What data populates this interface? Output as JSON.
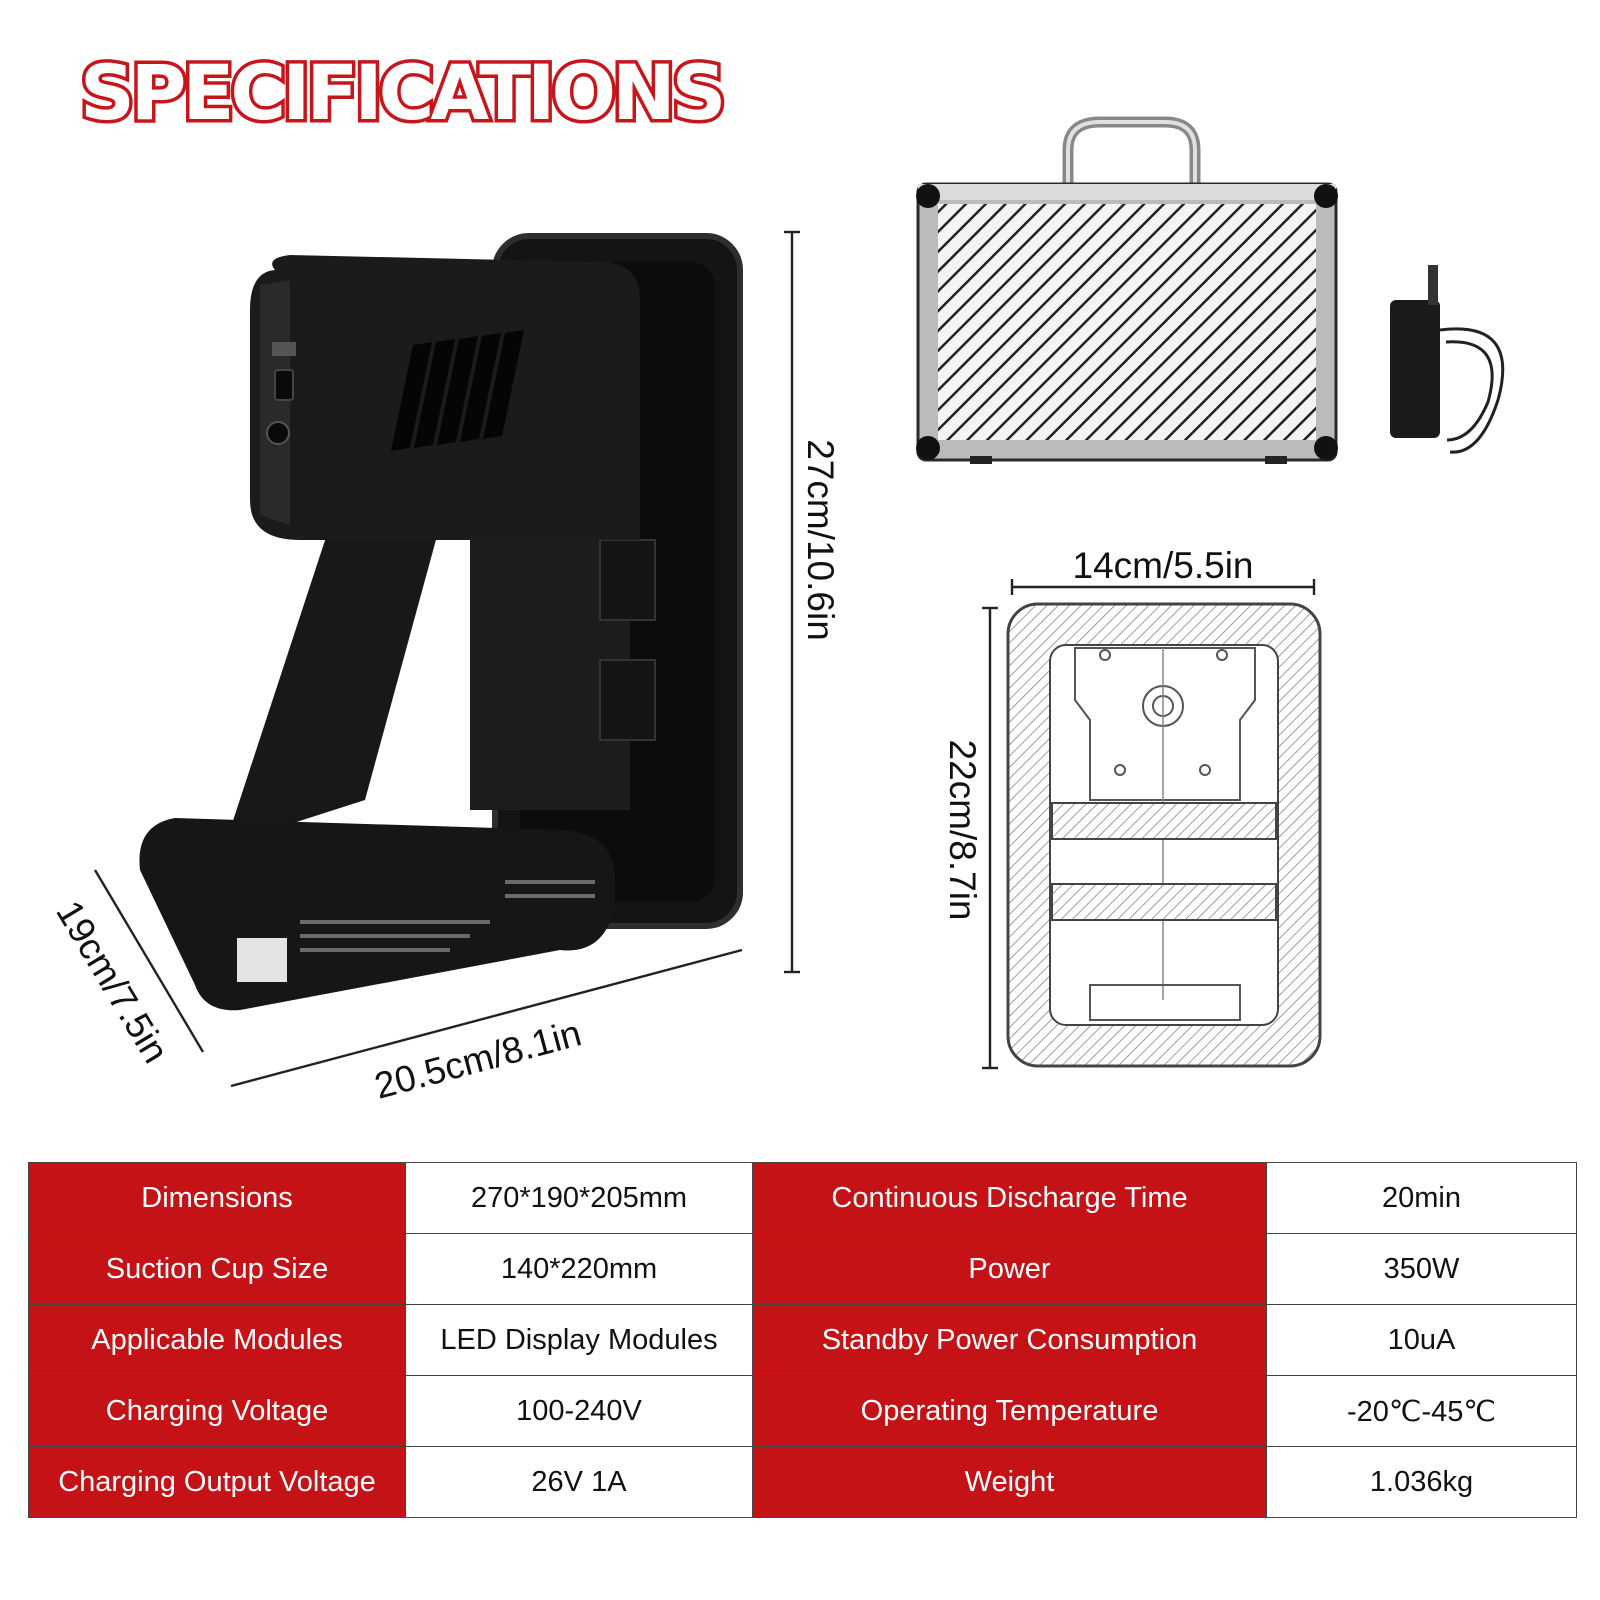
{
  "title": "SPECIFICATIONS",
  "dimensions": {
    "height": "27cm/10.6in",
    "depth": "19cm/7.5in",
    "width": "20.5cm/8.1in",
    "cup_width": "14cm/5.5in",
    "cup_height": "22cm/8.7in"
  },
  "icons": {
    "product": "suction-lifter-device",
    "case": "carrying-case",
    "adapter": "power-adapter",
    "diagram": "suction-cup-diagram"
  },
  "colors": {
    "accent": "#c41217",
    "title_fill": "#ffffff"
  },
  "specs": [
    {
      "label": "Dimensions",
      "value": "270*190*205mm",
      "label2": "Continuous Discharge Time",
      "value2": "20min"
    },
    {
      "label": "Suction Cup Size",
      "value": "140*220mm",
      "label2": "Power",
      "value2": "350W"
    },
    {
      "label": "Applicable Modules",
      "value": "LED Display Modules",
      "label2": "Standby Power Consumption",
      "value2": "10uA"
    },
    {
      "label": "Charging Voltage",
      "value": "100-240V",
      "label2": "Operating Temperature",
      "value2": "-20℃-45℃"
    },
    {
      "label": "Charging Output Voltage",
      "value": "26V 1A",
      "label2": "Weight",
      "value2": "1.036kg"
    }
  ]
}
